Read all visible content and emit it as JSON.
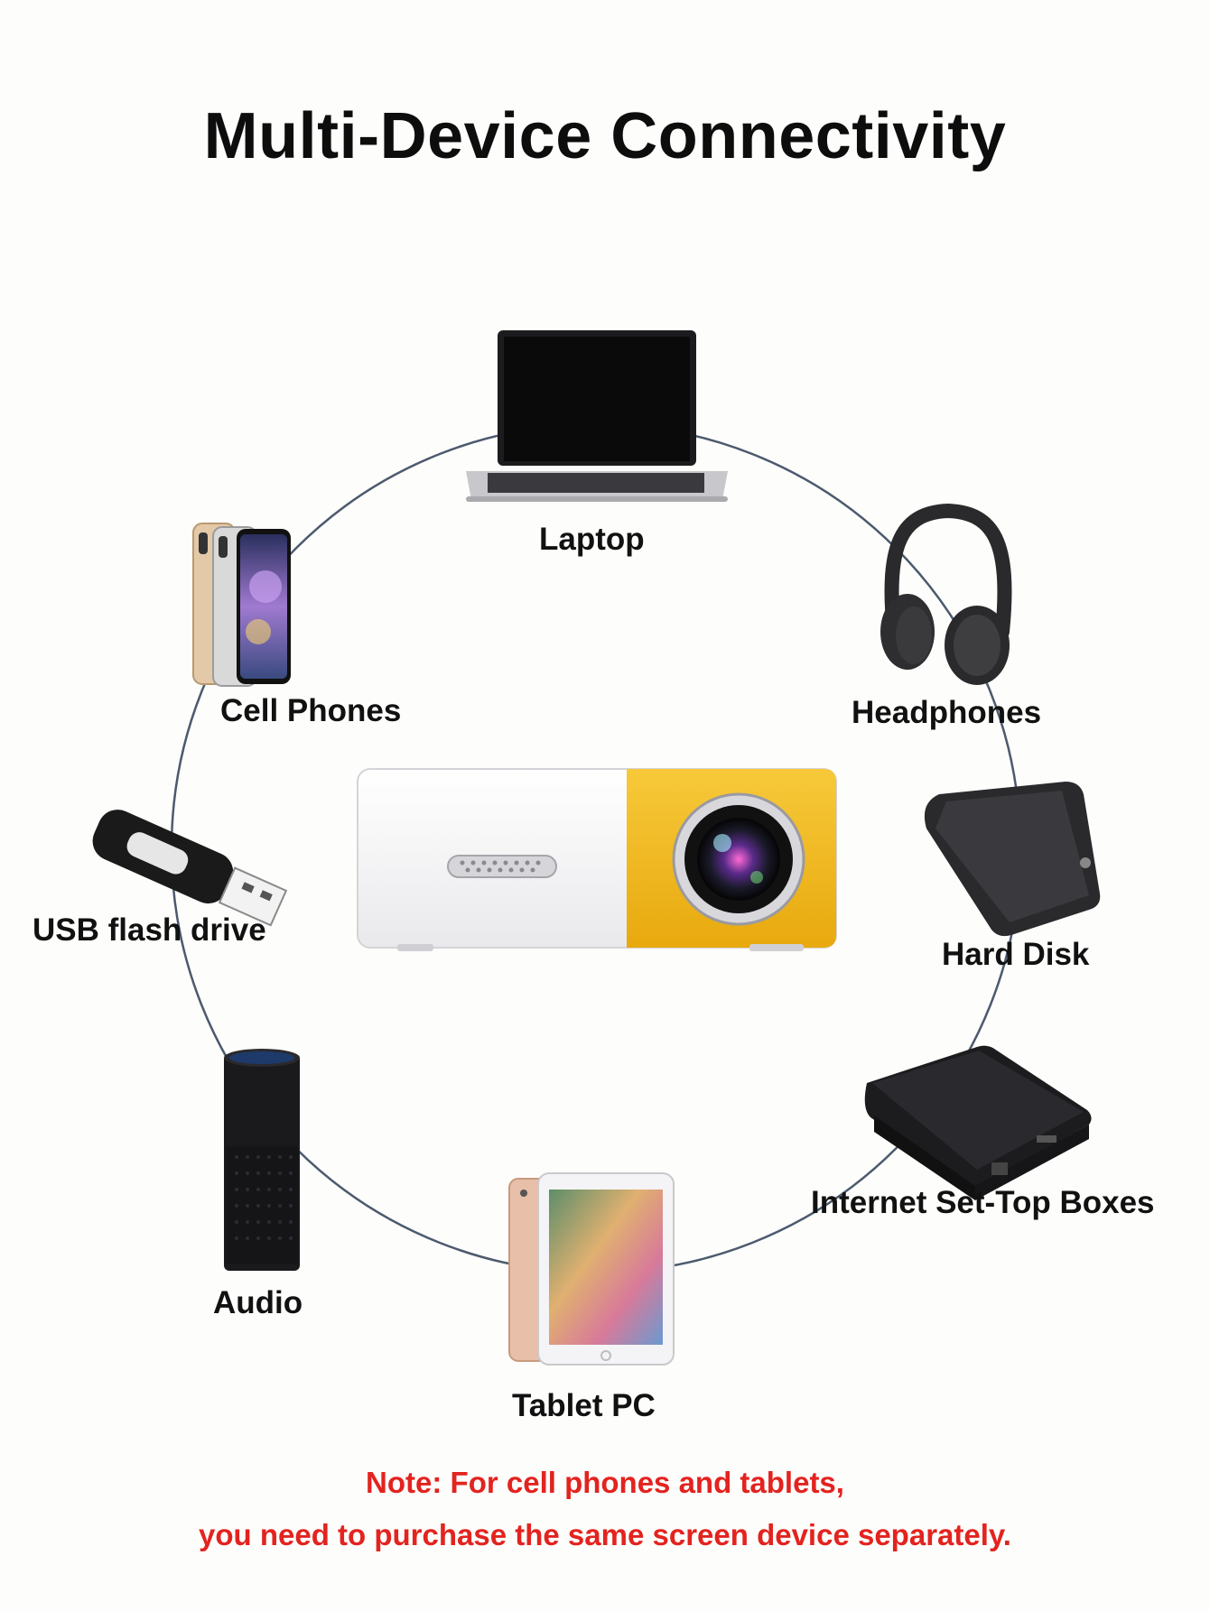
{
  "title": "Multi-Device Connectivity",
  "devices": {
    "laptop": "Laptop",
    "cell_phones": "Cell Phones",
    "headphones": "Headphones",
    "usb_flash_drive": "USB flash drive",
    "hard_disk": "Hard Disk",
    "audio": "Audio",
    "internet_set_top_boxes": "Internet Set-Top Boxes",
    "tablet_pc": "Tablet PC"
  },
  "note": {
    "line1": "Note: For cell phones and tablets,",
    "line2": "you need to purchase the same screen device separately."
  },
  "colors": {
    "note_red": "#e3231f",
    "projector_yellow": "#f2b81c",
    "circle_line": "#4c5a6e"
  },
  "icons": [
    "laptop-icon",
    "cell-phones-icon",
    "headphones-icon",
    "usb-flash-drive-icon",
    "hard-disk-icon",
    "audio-speaker-icon",
    "set-top-box-icon",
    "tablet-icon",
    "projector-icon"
  ]
}
